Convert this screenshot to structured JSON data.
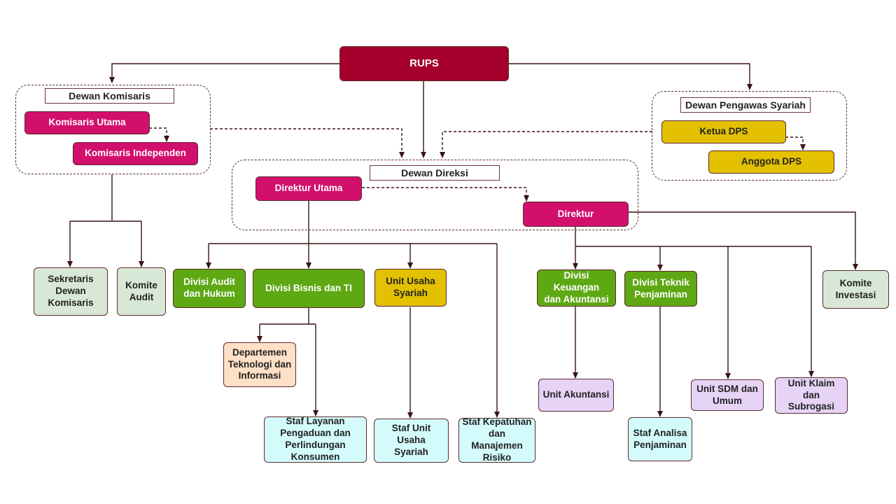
{
  "nodes": {
    "rups": "RUPS",
    "dewan_komisaris": "Dewan Komisaris",
    "komisaris_utama": "Komisaris Utama",
    "komisaris_independen": "Komisaris Independen",
    "dewan_pengawas_syariah": "Dewan Pengawas Syariah",
    "ketua_dps": "Ketua DPS",
    "anggota_dps": "Anggota DPS",
    "dewan_direksi": "Dewan Direksi",
    "direktur_utama": "Direktur Utama",
    "direktur": "Direktur",
    "sekretaris_dewan_komisaris": "Sekretaris\nDewan\nKomisaris",
    "komite_audit": "Komite\nAudit",
    "divisi_audit_hukum": "Divisi Audit\ndan Hukum",
    "divisi_bisnis_ti": "Divisi Bisnis dan TI",
    "unit_usaha_syariah": "Unit Usaha\nSyariah",
    "divisi_keuangan_akuntansi": "Divisi Keuangan\ndan Akuntansi",
    "divisi_teknik_penjaminan": "Divisi Teknik\nPenjaminan",
    "komite_investasi": "Komite\nInvestasi",
    "departemen_teknologi_informasi": "Departemen\nTeknologi dan\nInformasi",
    "staf_layanan_pengaduan": "Staf Layanan\nPengaduan dan\nPerlindungan\nKonsumen",
    "staf_unit_usaha_syariah": "Staf Unit Usaha\nSyariah",
    "staf_kepatuhan_risiko": "Staf Kepatuhan\ndan Manajemen\nRisiko",
    "unit_akuntansi": "Unit Akuntansi",
    "staf_analisa_penjaminan": "Staf Analisa\nPenjaminan",
    "unit_sdm_umum": "Unit SDM dan\nUmum",
    "unit_klaim_subrogasi": "Unit Klaim dan\nSubrogasi"
  },
  "colors": {
    "maroon": "#a5002b",
    "magenta": "#d30f6c",
    "yellow": "#e3c100",
    "green": "#5ea814",
    "sage": "#d8e8d6",
    "peach": "#fde0c6",
    "cyan": "#d4fbfc",
    "lavender": "#e6d3f5",
    "line": "#3b1414"
  }
}
